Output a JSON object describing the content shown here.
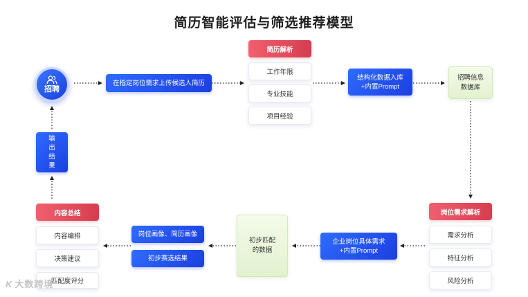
{
  "title": "简历智能评估与筛选推荐模型",
  "start": {
    "label": "招聘",
    "icon": "people-icon"
  },
  "upload": {
    "label": "在指定岗位需求上传候选人简历"
  },
  "resume_parse": {
    "header": "简历解析",
    "items": [
      "工作年限",
      "专业技能",
      "项目经验"
    ]
  },
  "structured": {
    "line1": "结构化数据入库",
    "line2": "+内置Prompt"
  },
  "database": {
    "line1": "招聘信息",
    "line2": "数据库"
  },
  "job_parse": {
    "header": "岗位需求解析",
    "items": [
      "需求分析",
      "特征分析",
      "风险分析"
    ]
  },
  "enterprise": {
    "line1": "企业岗位具体需求",
    "line2": "+内置Prompt"
  },
  "initial_match": {
    "line1": "初步匹配",
    "line2": "的数据"
  },
  "portraits": {
    "item1": "岗位画像、简历画像",
    "item2": "初步赛选结果"
  },
  "summary": {
    "header": "内容总结",
    "items": [
      "内容编排",
      "决策建议",
      "匹配度评分"
    ]
  },
  "output": {
    "chars": [
      "输",
      "出",
      "结",
      "果"
    ]
  },
  "watermark": {
    "logo": "K",
    "text": "大数跨境"
  },
  "colors": {
    "blue": "#2450ee",
    "red": "#e24d5e",
    "green": "#e6f4d6",
    "connector": "#222222"
  }
}
